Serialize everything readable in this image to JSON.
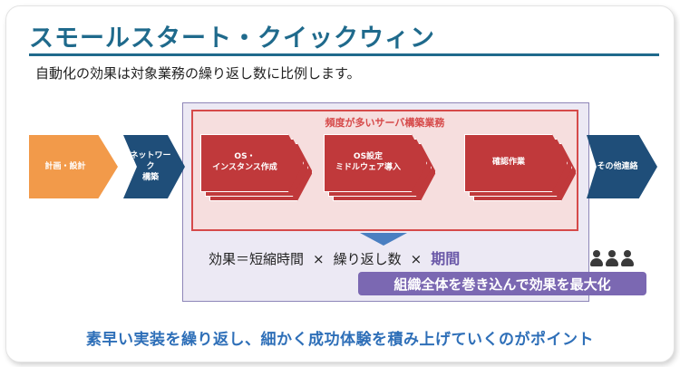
{
  "title": "スモールスタート・クイックウィン",
  "subtitle": "自動化の効果は対象業務の繰り返し数に比例します。",
  "flow": {
    "plan": "計画・設計",
    "network": "ネットワーク\n構築",
    "other": "その他連絡"
  },
  "frequent_box": {
    "title": "頻度が多いサーバ構築業務",
    "steps": [
      "OS・\nインスタンス作成",
      "OS設定\nミドルウェア導入",
      "確認作業"
    ]
  },
  "formula": {
    "effect": "効果＝短縮時間",
    "times1": "×",
    "repeat": "繰り返し数",
    "times2": "×",
    "period": "期間"
  },
  "badge": "組織全体を巻き込んで効果を最大化",
  "footer_point": "素早い実装を繰り返し、細かく成功体験を積み上げていくのがポイント",
  "icons": [
    "person-icon",
    "person-icon",
    "person-icon"
  ],
  "colors": {
    "title": "#1f6a8c",
    "plan": "#f29a4a",
    "navy": "#1f4e79",
    "red": "#c0393b",
    "purple": "#7b68b2",
    "point": "#2e6fb8"
  }
}
